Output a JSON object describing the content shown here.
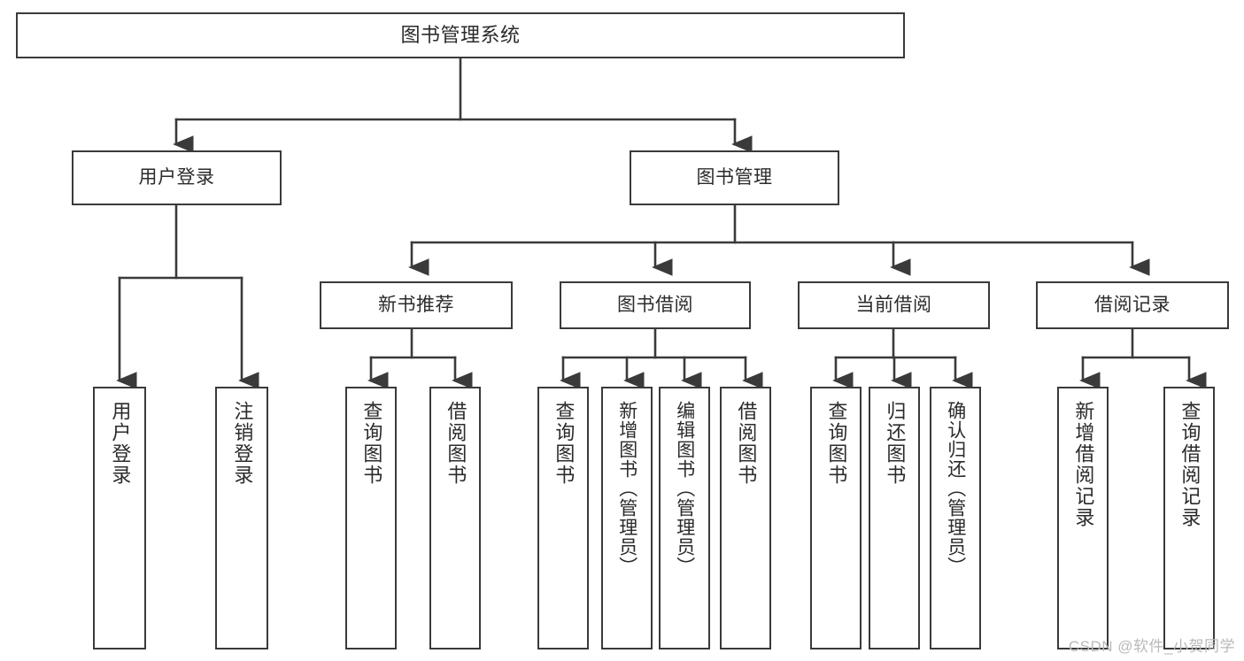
{
  "diagram": {
    "title": "图书管理系统",
    "type": "tree-hierarchy",
    "watermark": "CSDN @软件_小贺同学",
    "colors": {
      "stroke": "#3a3a3a",
      "fill": "#ffffff",
      "text": "#2b2b2b",
      "watermark": "#b9b9b9"
    },
    "levels": {
      "root": {
        "label": "图书管理系统"
      },
      "level2": [
        {
          "label": "用户登录"
        },
        {
          "label": "图书管理"
        }
      ],
      "level3": [
        {
          "label": "新书推荐"
        },
        {
          "label": "图书借阅"
        },
        {
          "label": "当前借阅"
        },
        {
          "label": "借阅记录"
        }
      ],
      "leaves": {
        "user_login": [
          {
            "label": "用户登录"
          },
          {
            "label": "注销登录"
          }
        ],
        "new_book_recommend": [
          {
            "label": "查询图书"
          },
          {
            "label": "借阅图书"
          }
        ],
        "book_borrow": [
          {
            "label": "查询图书"
          },
          {
            "label": "新增图书（管理员）"
          },
          {
            "label": "编辑图书（管理员）"
          },
          {
            "label": "借阅图书"
          }
        ],
        "current_borrow": [
          {
            "label": "查询图书"
          },
          {
            "label": "归还图书"
          },
          {
            "label": "确认归还（管理员）"
          }
        ],
        "borrow_record": [
          {
            "label": "新增借阅记录"
          },
          {
            "label": "查询借阅记录"
          }
        ]
      }
    }
  }
}
